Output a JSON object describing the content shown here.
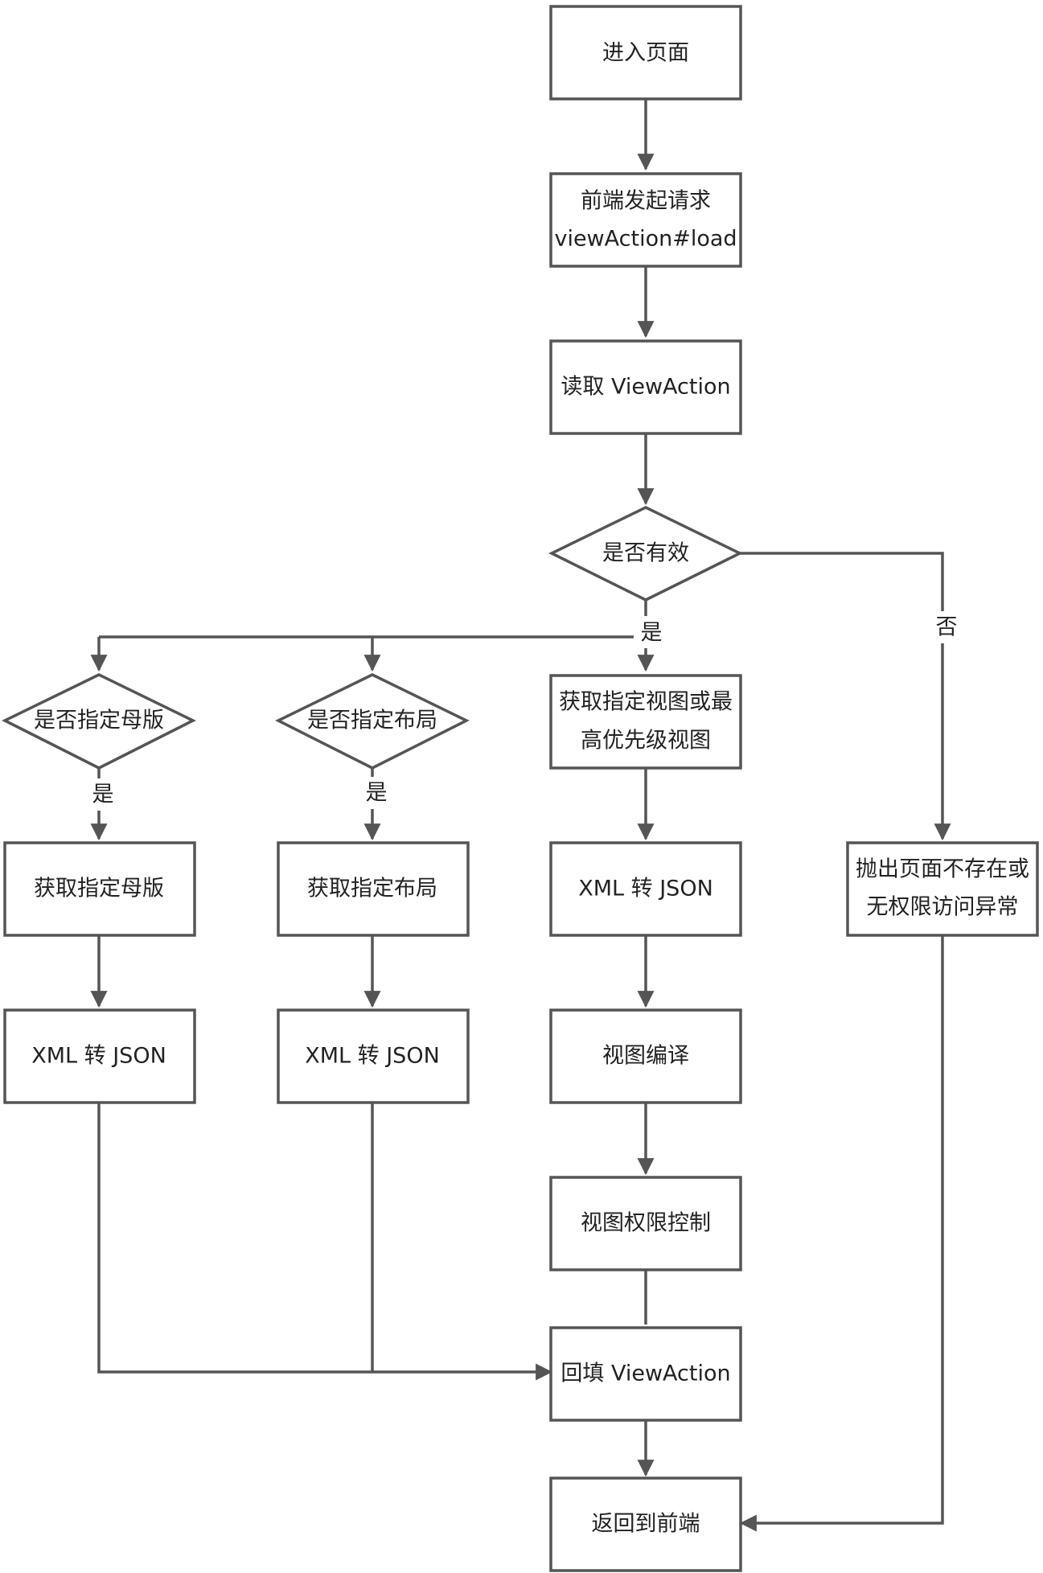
{
  "nodes": {
    "enter_page": "进入页面",
    "frontend_request_l1": "前端发起请求",
    "frontend_request_l2": "viewAction#load",
    "read_viewaction": "读取 ViewAction",
    "is_valid": "是否有效",
    "is_master_specified": "是否指定母版",
    "is_layout_specified": "是否指定布局",
    "get_view_l1": "获取指定视图或最",
    "get_view_l2": "高优先级视图",
    "throw_exception_l1": "抛出页面不存在或",
    "throw_exception_l2": "无权限访问异常",
    "get_master": "获取指定母版",
    "get_layout": "获取指定布局",
    "xml_to_json_center": "XML 转 JSON",
    "xml_to_json_master": "XML 转 JSON",
    "xml_to_json_layout": "XML 转 JSON",
    "view_compile": "视图编译",
    "view_permission": "视图权限控制",
    "backfill_viewaction": "回填 ViewAction",
    "return_frontend": "返回到前端"
  },
  "edge_labels": {
    "valid_yes": "是",
    "valid_no": "否",
    "master_yes": "是",
    "layout_yes": "是"
  },
  "colors": {
    "stroke": "#555555",
    "text": "#222222",
    "background": "#ffffff"
  }
}
